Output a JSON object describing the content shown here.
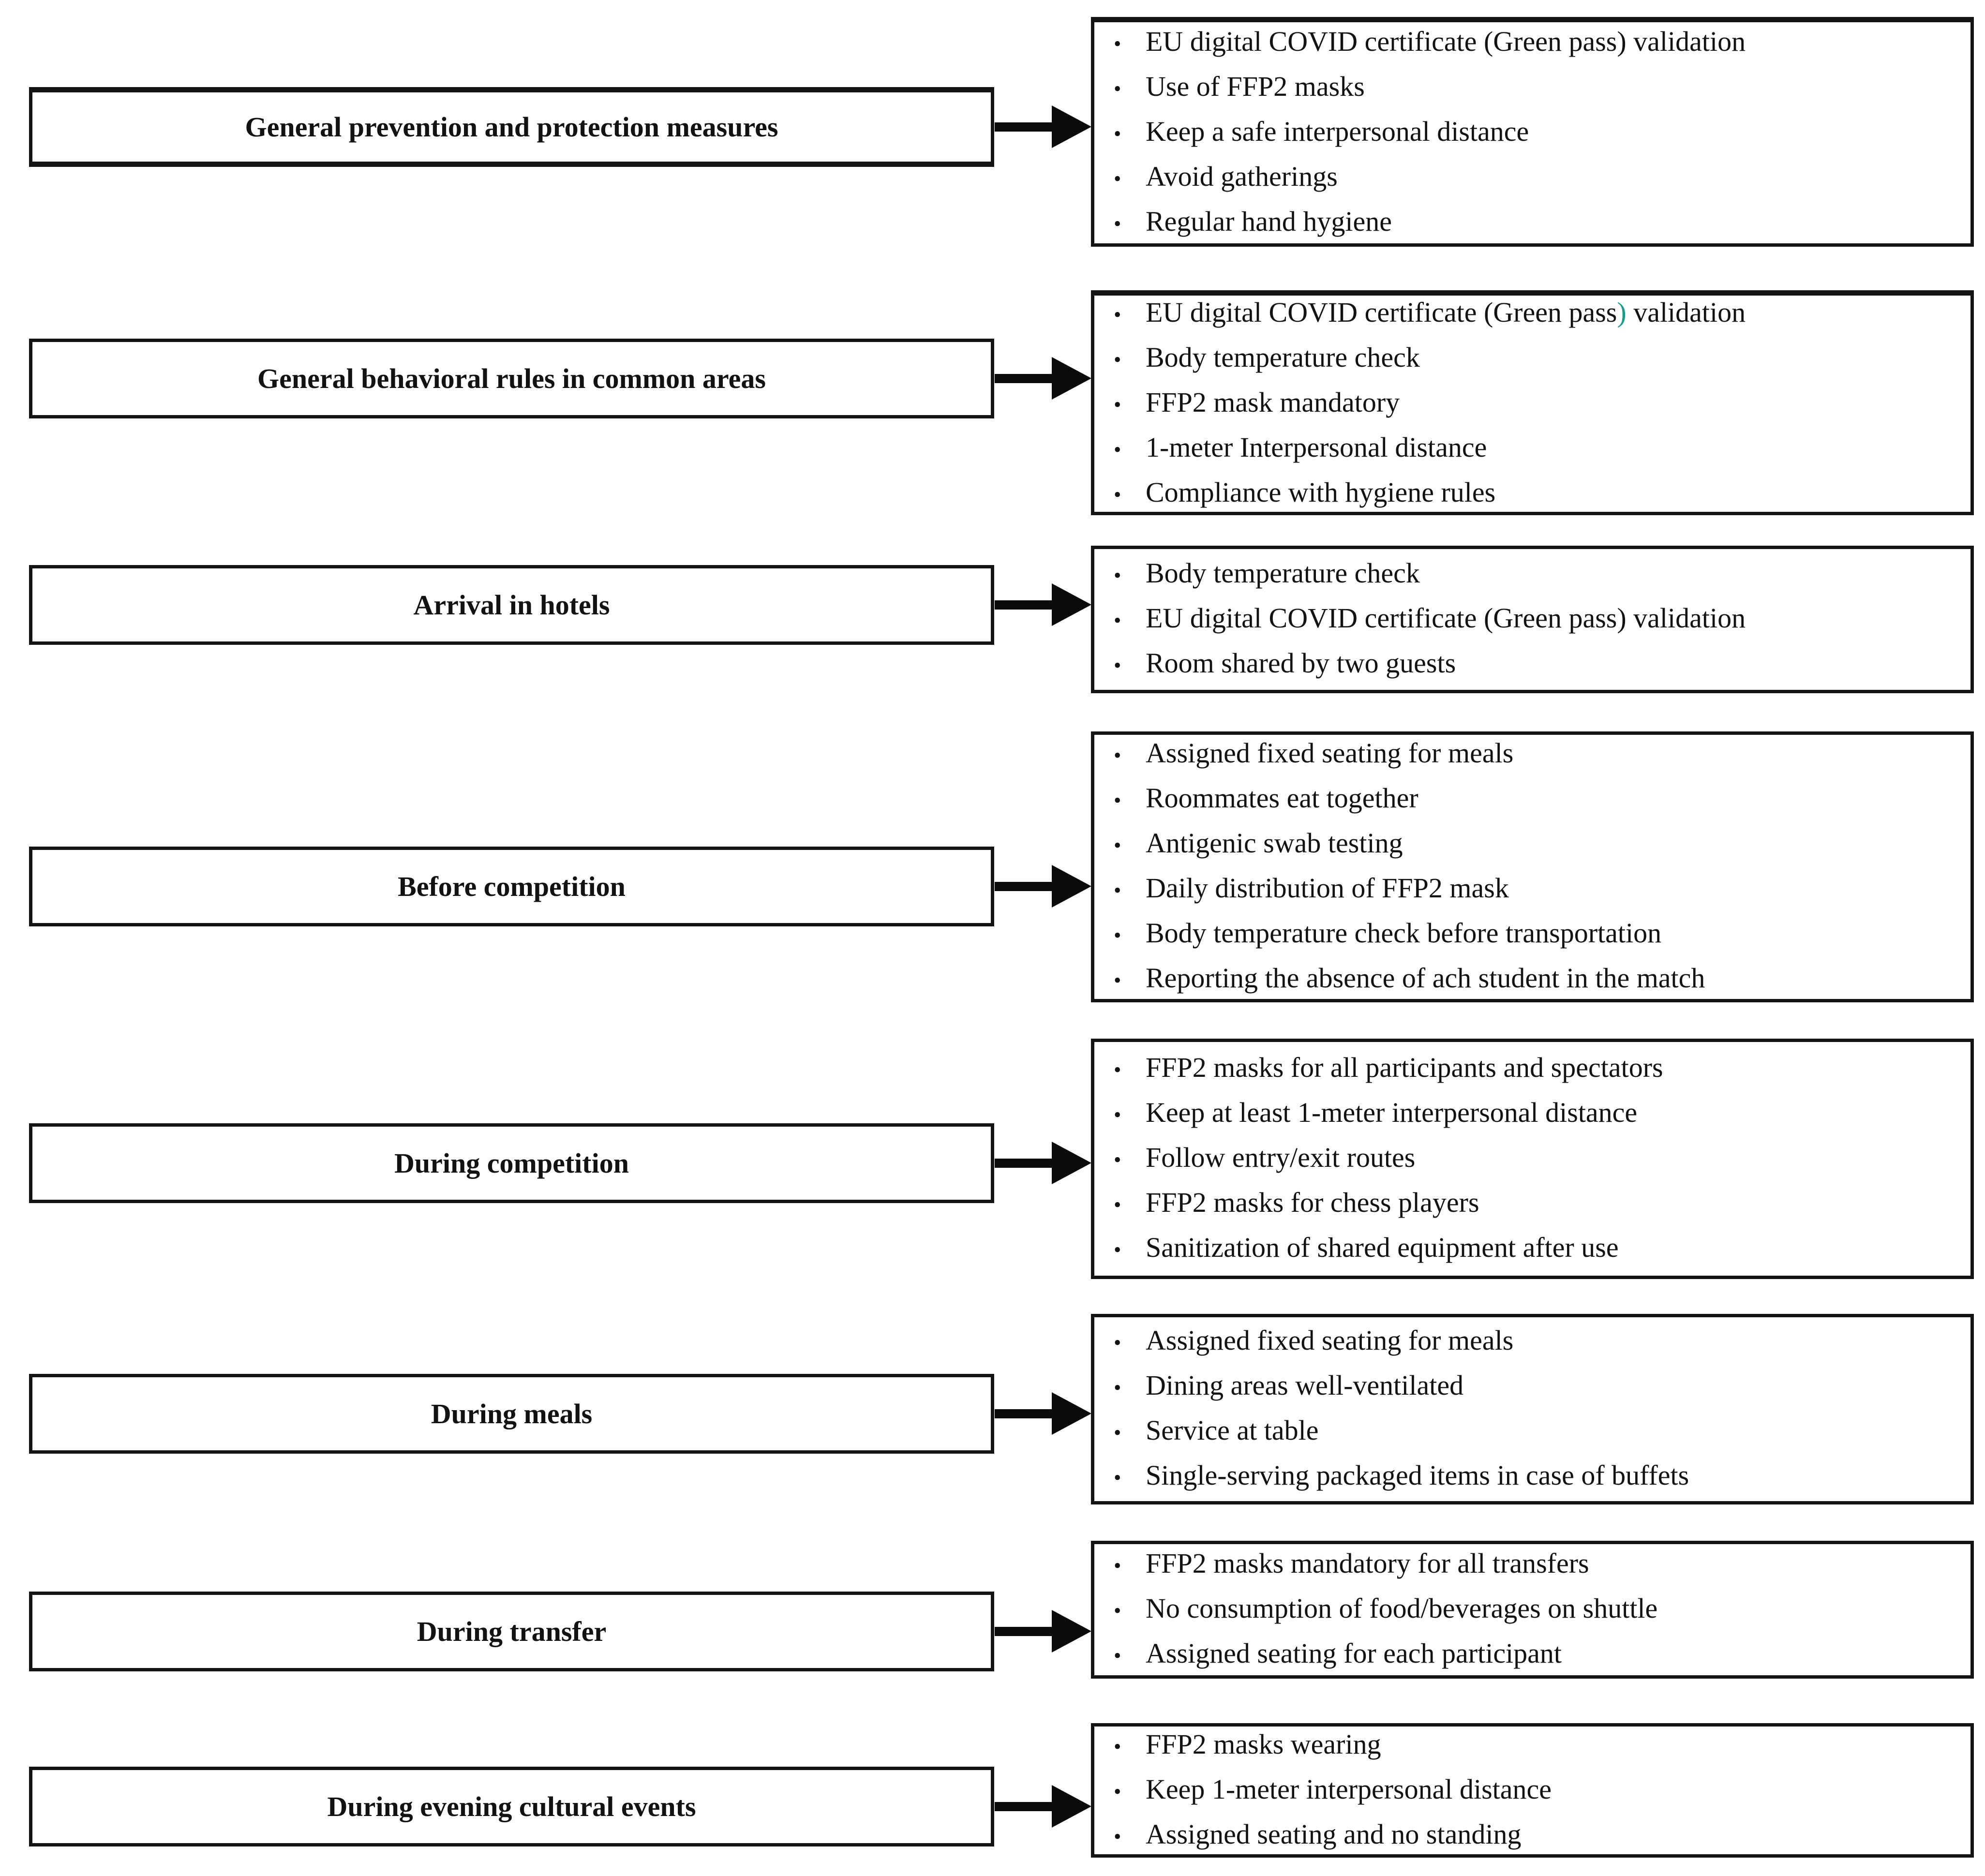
{
  "bullet_glyph": "•",
  "colors": {
    "text": "#121212",
    "border": "#141414",
    "arrow": "#0b0b0b",
    "background": "#ffffff",
    "accent_teal": "#189c8d"
  },
  "rows": [
    {
      "label": "General prevention and protection measures",
      "items": [
        "EU digital COVID certificate (Green pass) validation",
        "Use of FFP2 masks",
        "Keep a safe interpersonal distance",
        "Avoid gatherings",
        "Regular hand hygiene"
      ]
    },
    {
      "label": "General behavioral rules in common areas",
      "items": [
        {
          "pre": "EU digital COVID certificate (Green pass",
          "accent": ")",
          "post": " validation"
        },
        "Body temperature check",
        "FFP2 mask mandatory",
        "1-meter Interpersonal distance",
        "Compliance with hygiene rules"
      ]
    },
    {
      "label": "Arrival in hotels",
      "items": [
        "Body temperature check",
        "EU digital COVID certificate (Green pass) validation",
        "Room shared by two guests"
      ]
    },
    {
      "label": "Before competition",
      "items": [
        "Assigned fixed seating for meals",
        "Roommates eat together",
        "Antigenic swab testing",
        "Daily distribution of FFP2 mask",
        "Body temperature check before transportation",
        "Reporting the absence of ach student in the match"
      ]
    },
    {
      "label": "During competition",
      "items": [
        "FFP2 masks for all participants and spectators",
        "Keep at least 1-meter interpersonal distance",
        "Follow entry/exit routes",
        "FFP2 masks for chess players",
        "Sanitization of shared equipment after use"
      ]
    },
    {
      "label": "During meals",
      "items": [
        "Assigned fixed seating for meals",
        "Dining areas well-ventilated",
        "Service at table",
        "Single-serving packaged items in case of buffets"
      ]
    },
    {
      "label": "During transfer",
      "items": [
        "FFP2 masks mandatory for all transfers",
        "No consumption of food/beverages on shuttle",
        "Assigned seating for each participant"
      ]
    },
    {
      "label": "During evening cultural events",
      "items": [
        "FFP2 masks wearing",
        "Keep 1-meter interpersonal distance",
        "Assigned seating and no standing"
      ]
    }
  ]
}
